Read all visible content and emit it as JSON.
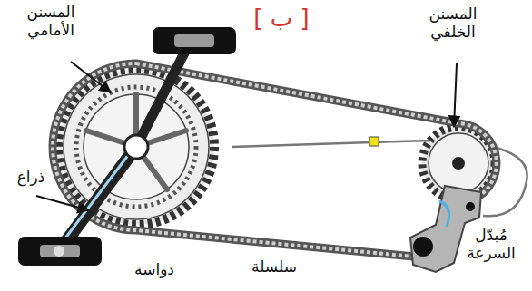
{
  "diagram": {
    "labels": [
      "[ ب ]",
      "المسنن الأمامي",
      "المسنن الخلفي",
      "ذراع",
      "دواسة",
      "سلسلة",
      "مُبدّل السرعة"
    ]
  }
}
